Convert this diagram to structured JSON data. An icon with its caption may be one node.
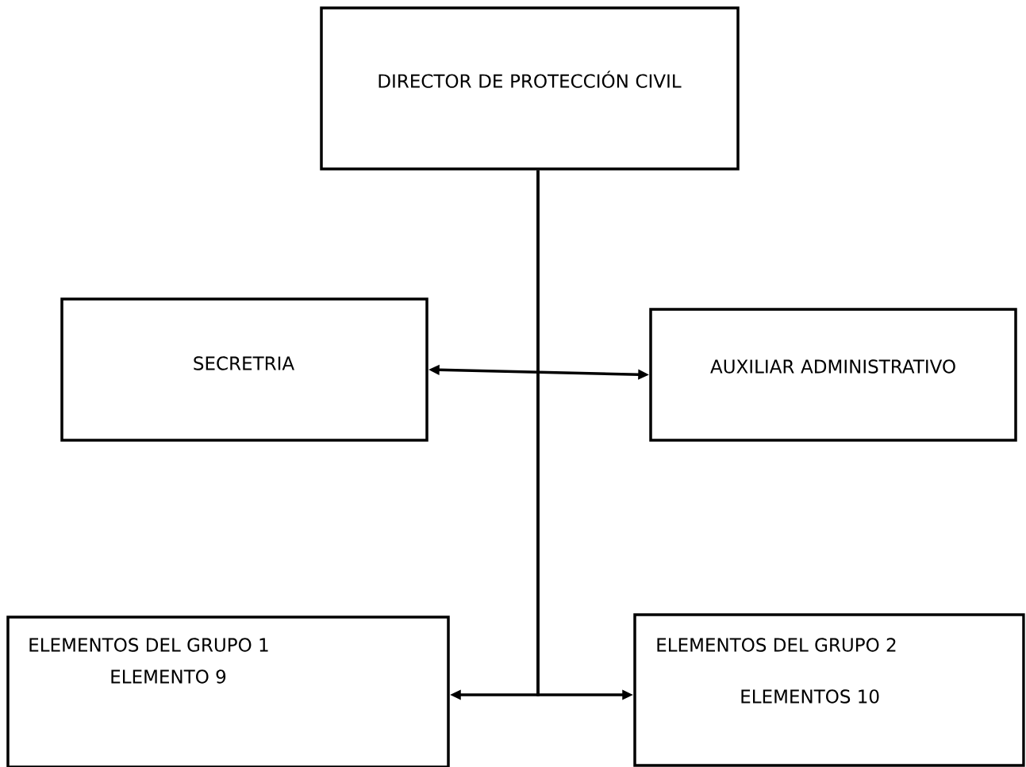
{
  "diagram": {
    "nodes": [
      {
        "text": [
          "DIRECTOR DE PROTECCIÓN CIVIL"
        ]
      },
      {
        "text": [
          "SECRETRIA"
        ]
      },
      {
        "text": [
          "AUXILIAR ADMINISTRATIVO"
        ]
      },
      {
        "text": [
          "ELEMENTOS DEL GRUPO 1",
          "ELEMENTO 9"
        ]
      },
      {
        "text": [
          "ELEMENTOS DEL GRUPO 2",
          "ELEMENTOS 10"
        ]
      }
    ],
    "edges": [
      {
        "from": 1,
        "to": 2,
        "arrow": "both"
      },
      {
        "from": 0,
        "to": 3,
        "arrow": "to"
      },
      {
        "from": 0,
        "to": 4,
        "arrow": "to"
      }
    ]
  }
}
